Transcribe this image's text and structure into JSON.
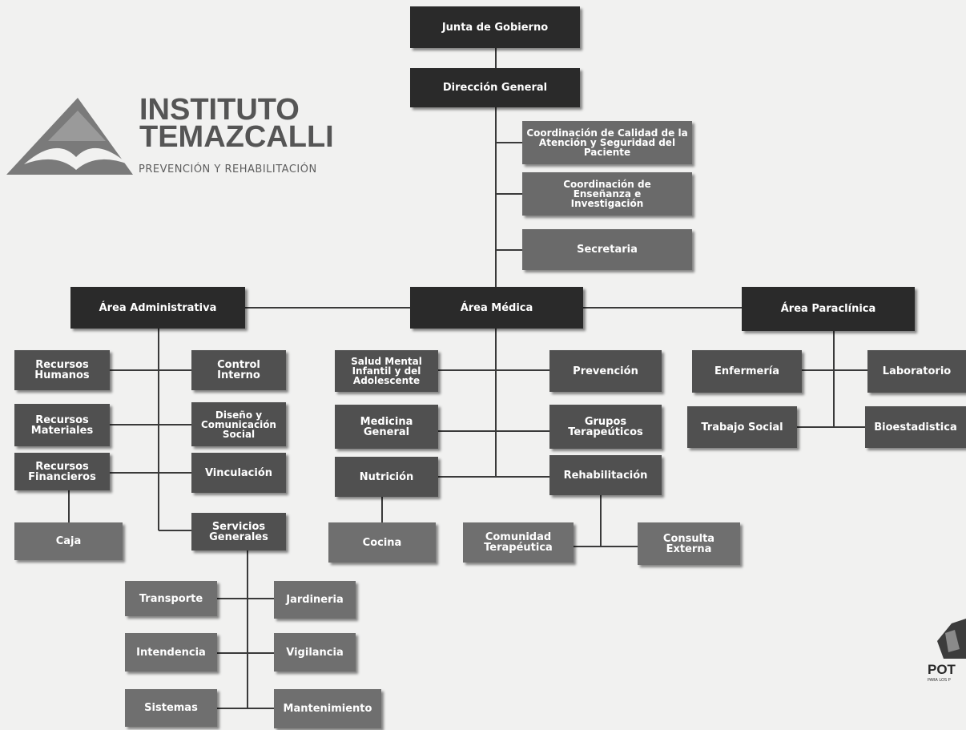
{
  "logo": {
    "title": "INSTITUTO\nTEMAZCALLI",
    "subtitle": "PREVENCIÓN Y REHABILITACIÓN"
  },
  "corner_logo": {
    "text": "POT",
    "subtext": "PARA LOS P",
    "icon": "mosaic-emblem-icon"
  },
  "nodes": {
    "junta": "Junta de Gobierno",
    "direccion": "Dirección General",
    "coord_calidad": "Coordinación de Calidad de la Atención y Seguridad del Paciente",
    "coord_ensenanza": "Coordinación de Enseñanza e Investigación",
    "secretaria": "Secretaria",
    "area_admin": "Área Administrativa",
    "area_medica": "Área Médica",
    "area_paraclinica": "Área Paraclínica",
    "rh": "Recursos Humanos",
    "control_interno": "Control Interno",
    "rm": "Recursos Materiales",
    "diseno": "Diseño y Comunicación Social",
    "rf": "Recursos Financieros",
    "vinculacion": "Vinculación",
    "caja": "Caja",
    "servicios_generales": "Servicios Generales",
    "transporte": "Transporte",
    "jardineria": "Jardineria",
    "intendencia": "Intendencia",
    "vigilancia": "Vigilancia",
    "sistemas": "Sistemas",
    "mantenimiento": "Mantenimiento",
    "salud_mental": "Salud Mental Infantil y del Adolescente",
    "prevencion": "Prevención",
    "medicina_general": "Medicina General",
    "grupos": "Grupos Terapeúticos",
    "nutricion": "Nutrición",
    "rehabilitacion": "Rehabilitación",
    "cocina": "Cocina",
    "comunidad": "Comunidad Terapéutica",
    "consulta": "Consulta Externa",
    "enfermeria": "Enfermería",
    "laboratorio": "Laboratorio",
    "trabajo_social": "Trabajo Social",
    "bioestadistica": "Bioestadistica"
  }
}
